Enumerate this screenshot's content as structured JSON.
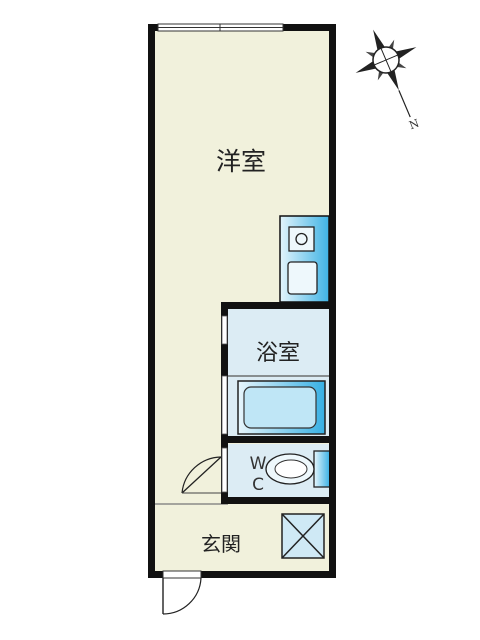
{
  "rooms": {
    "western_room": "洋室",
    "bathroom": "浴室",
    "wc": {
      "line1": "W",
      "line2": "C"
    },
    "entrance": "玄関"
  },
  "compass": {
    "north_label": "N"
  },
  "colors": {
    "floor": "#f1f1dc",
    "wet_area": "#dcecf4",
    "wall": "#111111",
    "fixture": "#3bb4e6",
    "fixture_light": "#bfe6f6"
  }
}
